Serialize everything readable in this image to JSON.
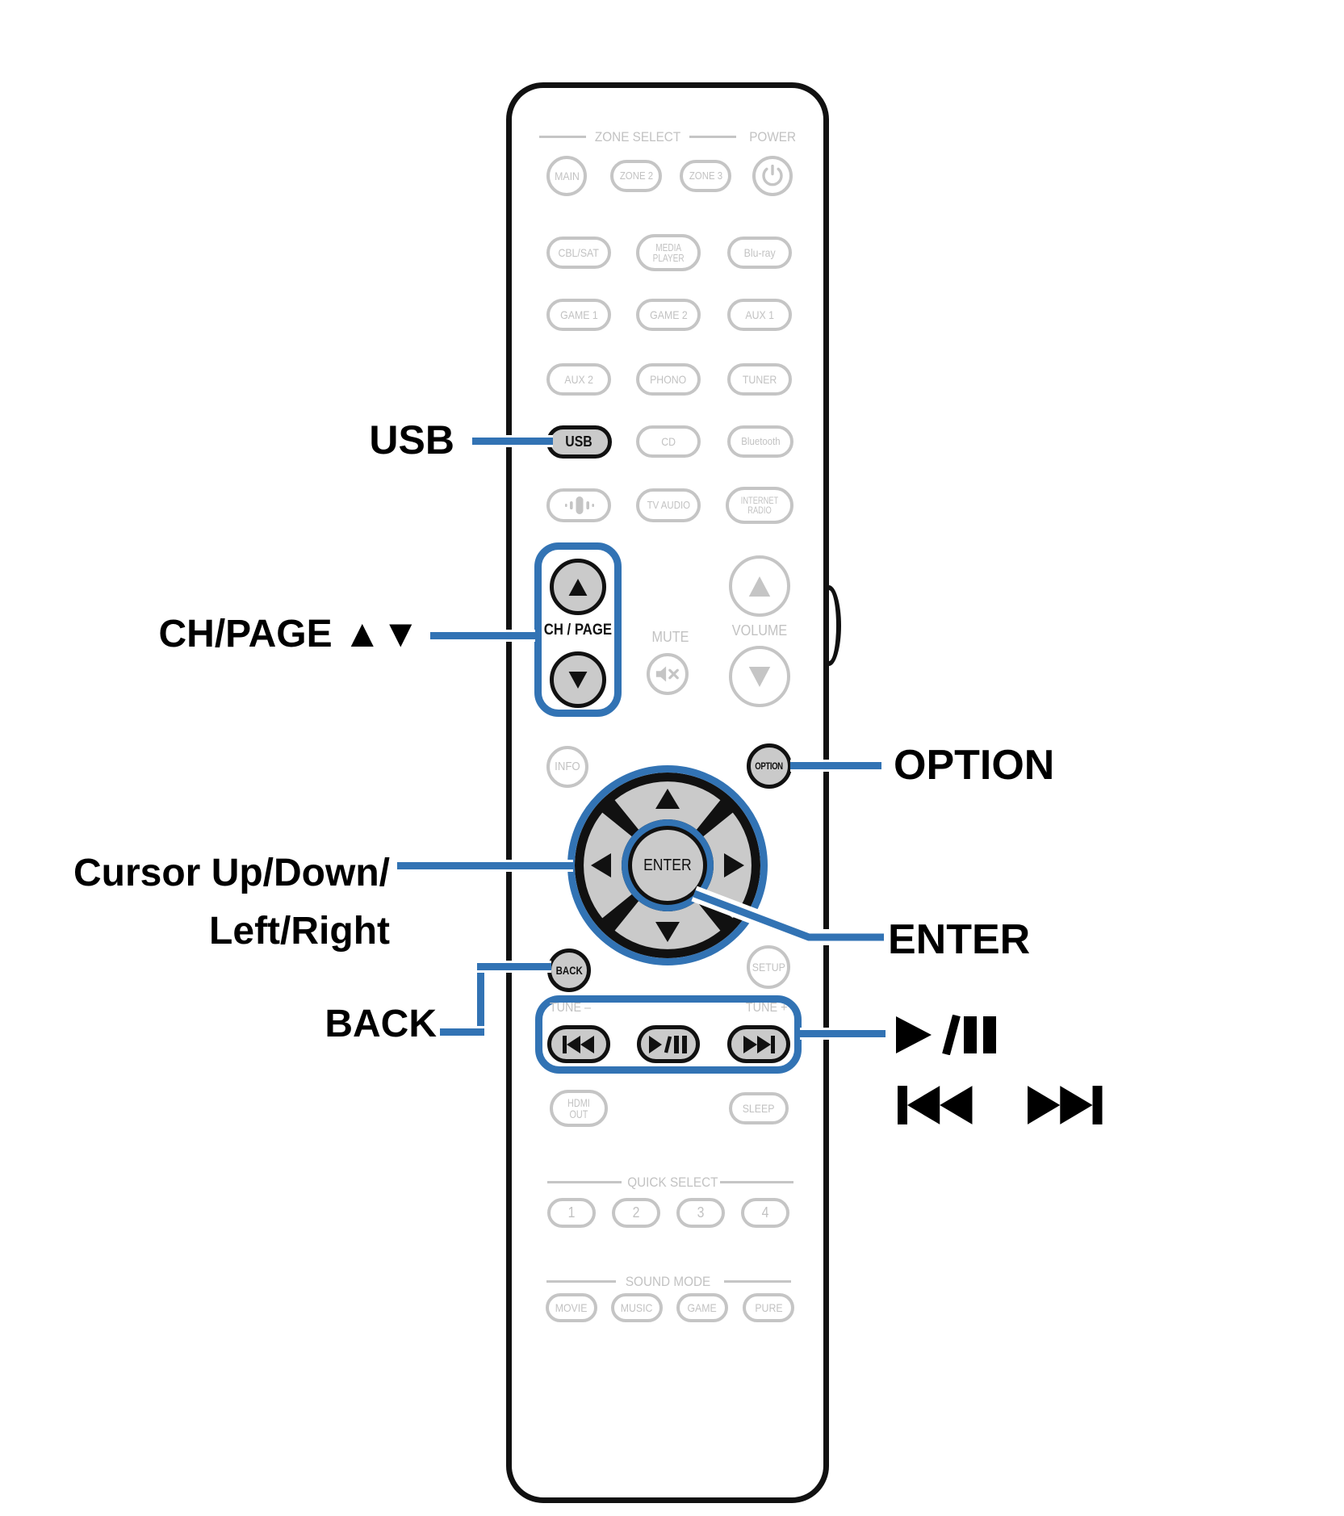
{
  "colors": {
    "accent_blue": "#3273b4",
    "inactive_gray": "#c5c5c5",
    "highlight_fill": "#cacaca",
    "outline_black": "#111111"
  },
  "callouts": {
    "usb": "USB",
    "ch_page": "CH/PAGE ▲▼",
    "cursor_line1": "Cursor Up/Down/",
    "cursor_line2": "Left/Right",
    "back": "BACK",
    "option": "OPTION",
    "enter": "ENTER",
    "play_pause": "►/❚❚",
    "skip_back_forward": "❙◄◄ ►►❙"
  },
  "remote": {
    "headers": {
      "zone_select": "ZONE SELECT",
      "power": "POWER",
      "mute": "MUTE",
      "volume": "VOLUME",
      "ch_page": "CH / PAGE",
      "tune_minus": "TUNE –",
      "tune_plus": "TUNE +",
      "quick_select": "QUICK SELECT",
      "sound_mode": "SOUND MODE"
    },
    "buttons": {
      "main": "MAIN",
      "zone2": "ZONE 2",
      "zone3": "ZONE 3",
      "cbl_sat": "CBL/SAT",
      "media_player_line1": "MEDIA",
      "media_player_line2": "PLAYER",
      "bluray": "Blu-ray",
      "game1": "GAME 1",
      "game2": "GAME 2",
      "aux1": "AUX 1",
      "aux2": "AUX 2",
      "phono": "PHONO",
      "tuner": "TUNER",
      "usb": "USB",
      "cd": "CD",
      "bluetooth": "Bluetooth",
      "tv_audio": "TV AUDIO",
      "internet_radio_line1": "INTERNET",
      "internet_radio_line2": "RADIO",
      "info": "INFO",
      "option": "OPTION",
      "enter": "ENTER",
      "back": "BACK",
      "setup": "SETUP",
      "hdmi_out_line1": "HDMI",
      "hdmi_out_line2": "OUT",
      "sleep": "SLEEP",
      "quick_select": [
        "1",
        "2",
        "3",
        "4"
      ],
      "sound_modes": [
        "MOVIE",
        "MUSIC",
        "GAME",
        "PURE"
      ]
    }
  }
}
